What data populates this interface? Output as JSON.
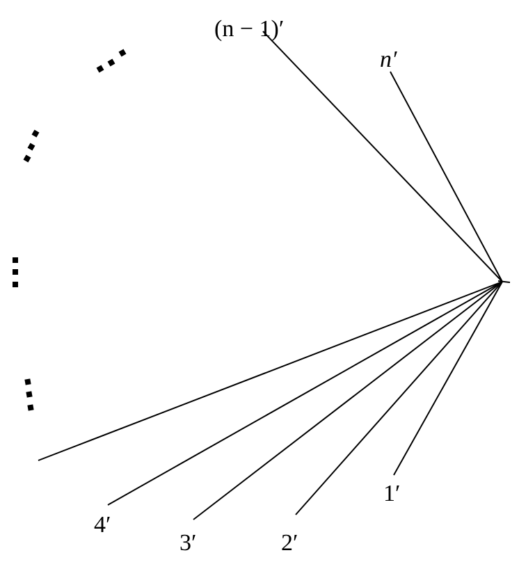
{
  "diagram": {
    "labels": {
      "n_minus_1": "(n − 1)′",
      "n": "n′",
      "one": "1′",
      "two": "2′",
      "three": "3′",
      "four": "4′"
    },
    "colors": {
      "stroke": "#000000",
      "background": "#ffffff"
    }
  }
}
